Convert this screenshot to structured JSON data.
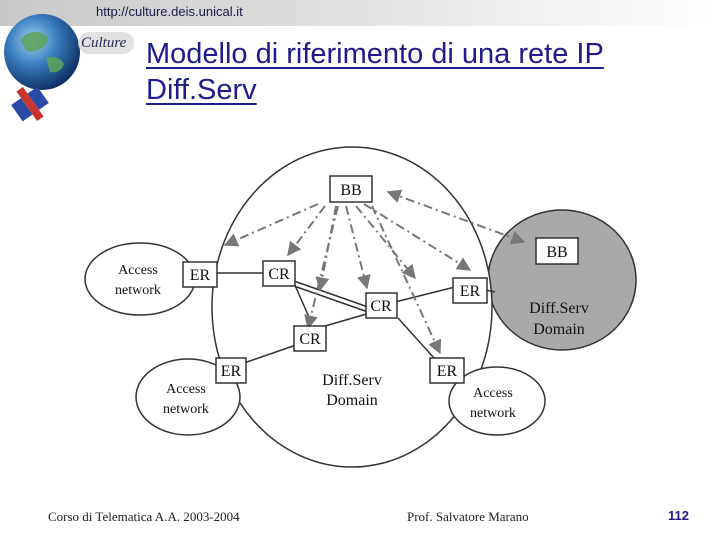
{
  "header": {
    "url": "http://culture.deis.unical.it",
    "logo_text": "Culture"
  },
  "title": "Modello di riferimento di una rete IP Diff.Serv",
  "diagram": {
    "nodes": {
      "bb_main": "BB",
      "bb_domain": "BB",
      "er_left": "ER",
      "er_right": "ER",
      "er_mid": "ER",
      "er_bottom": "ER",
      "cr_top": "CR",
      "cr_right": "CR",
      "cr_bottom": "CR"
    },
    "access_networks": [
      {
        "line1": "Access",
        "line2": "network"
      },
      {
        "line1": "Access",
        "line2": "network"
      },
      {
        "line1": "Access",
        "line2": "network"
      }
    ],
    "domains": [
      {
        "line1": "Diff.Serv",
        "line2": "Domain"
      },
      {
        "line1": "Diff.Serv",
        "line2": "Domain"
      }
    ]
  },
  "footer": {
    "course": "Corso di Telematica A.A. 2003-2004",
    "author": "Prof. Salvatore Marano",
    "page": "112"
  }
}
